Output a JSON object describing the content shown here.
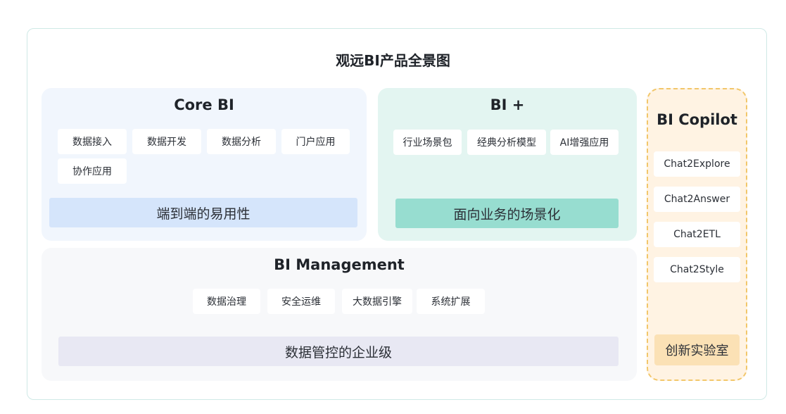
{
  "title": "观远BI产品全景图",
  "core_bi": {
    "title": "Core BI",
    "modules": [
      "数据接入",
      "数据开发",
      "数据分析",
      "门户应用",
      "协作应用"
    ],
    "tagline": "端到端的易用性"
  },
  "bi_plus": {
    "title": "BI +",
    "modules": [
      "行业场景包",
      "经典分析模型",
      "AI增强应用"
    ],
    "tagline": "面向业务的场景化"
  },
  "bi_management": {
    "title": "BI Management",
    "modules": [
      "数据治理",
      "安全运维",
      "大数据引擎",
      "系统扩展"
    ],
    "tagline": "数据管控的企业级"
  },
  "bi_copilot": {
    "title": "BI Copilot",
    "modules": [
      "Chat2Explore",
      "Chat2Answer",
      "Chat2ETL",
      "Chat2Style"
    ],
    "lab": "创新实验室"
  },
  "colors": {
    "frame_border": "#cfe9e6",
    "core_bg": "#f1f6fd",
    "core_bar": "#d5e5fb",
    "plus_bg": "#e3f5f1",
    "plus_bar": "#97ddd0",
    "mgmt_bg": "#f7f8fa",
    "mgmt_bar": "#e8e8f3",
    "copilot_bg": "#fff3e3",
    "copilot_border": "#f2c76b",
    "lab_bg": "#fbe1b5"
  }
}
